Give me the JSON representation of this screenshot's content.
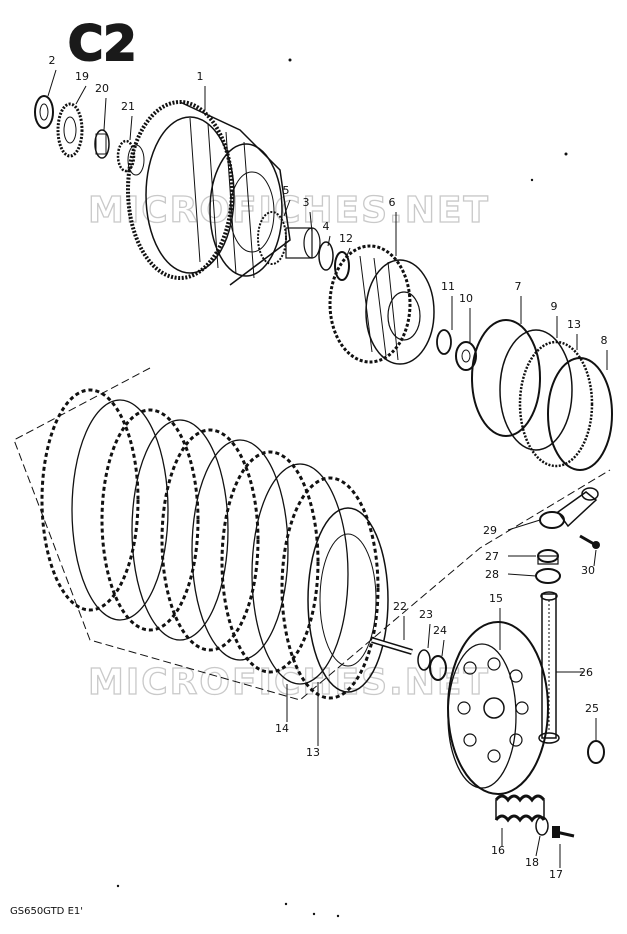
{
  "diagram": {
    "section_code": "C2",
    "model_code": "GS650GTD E1'",
    "watermark": "MICROFICHES.NET",
    "part_labels": [
      "1",
      "2",
      "3",
      "4",
      "5",
      "6",
      "7",
      "8",
      "9",
      "10",
      "11",
      "12",
      "13",
      "13",
      "14",
      "15",
      "16",
      "17",
      "18",
      "19",
      "20",
      "21",
      "22",
      "23",
      "24",
      "25",
      "26",
      "27",
      "28",
      "29",
      "30"
    ]
  }
}
